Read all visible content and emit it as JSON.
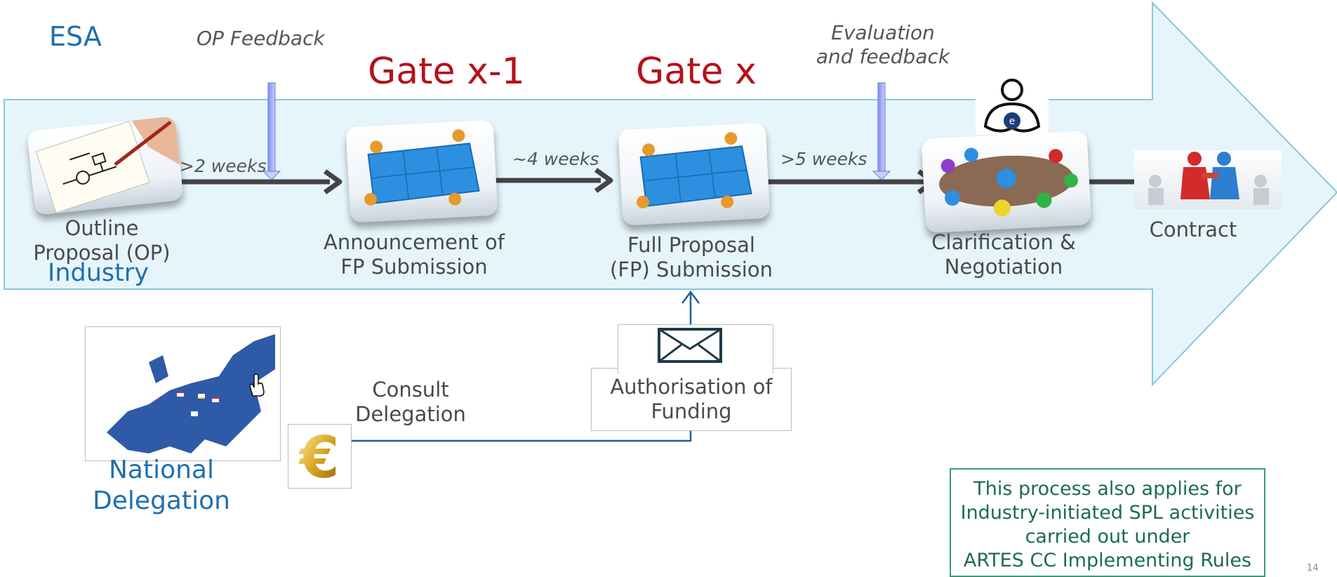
{
  "org_label": "ESA",
  "industry_label": "Industry",
  "national_label_line1": "National",
  "national_label_line2": "Delegation",
  "feedback": {
    "op": "OP Feedback",
    "eval_line1": "Evaluation",
    "eval_line2": "and feedback"
  },
  "gates": [
    "Gate x-1",
    "Gate x"
  ],
  "durations": [
    ">2 weeks",
    "~4 weeks",
    ">5 weeks"
  ],
  "steps": [
    {
      "line1": "Outline",
      "line2": "Proposal (OP)"
    },
    {
      "line1": "Announcement of",
      "line2": "FP Submission"
    },
    {
      "line1": "Full Proposal",
      "line2": "(FP) Submission"
    },
    {
      "line1": "Clarification &",
      "line2": "Negotiation"
    },
    {
      "line1": "Contract",
      "line2": ""
    }
  ],
  "consult": {
    "line1": "Consult",
    "line2": "Delegation"
  },
  "authorisation": {
    "line1": "Authorisation of",
    "line2": "Funding"
  },
  "note_lines": [
    "This process also applies for",
    "Industry-initiated SPL activities",
    "carried out under",
    "ARTES CC Implementing Rules"
  ],
  "page_number": "14",
  "colors": {
    "arrow_fill": "#e6f5fc",
    "arrow_stroke": "#8cc4dc",
    "gate": "#b3121c",
    "accent_blue": "#1f6fae",
    "note_green": "#1d6b52"
  }
}
